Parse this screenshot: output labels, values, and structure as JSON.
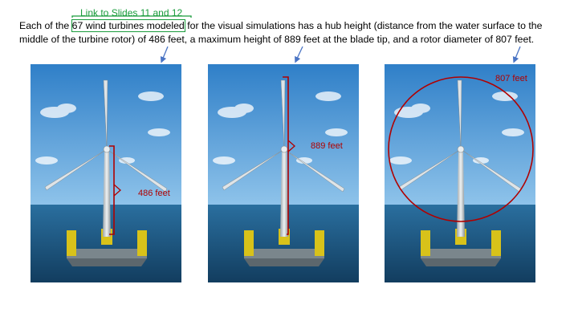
{
  "slide": {
    "link_label": "Link to Slides 11 and 12",
    "caption_before": "Each of the ",
    "caption_link": "67 wind turbines modeled",
    "caption_line1_after": " for the visual simulations has a hub height (distance from the water surface to the",
    "caption_line2": "middle of the turbine rotor) of 486 feet, a maximum height of 889 feet at the blade tip, and a rotor diameter of 807 feet."
  },
  "panels": [
    {
      "dimension_label": "486 feet",
      "dimension": "hub-height"
    },
    {
      "dimension_label": "889 feet",
      "dimension": "max-height"
    },
    {
      "dimension_label": "807 feet",
      "dimension": "rotor-diameter"
    }
  ],
  "colors": {
    "link_green": "#1a9c3c",
    "arrow_blue": "#4a74c4",
    "dimension_red": "#b00000",
    "sky": "#3f8fd0",
    "sea": "#1d5f8f"
  }
}
